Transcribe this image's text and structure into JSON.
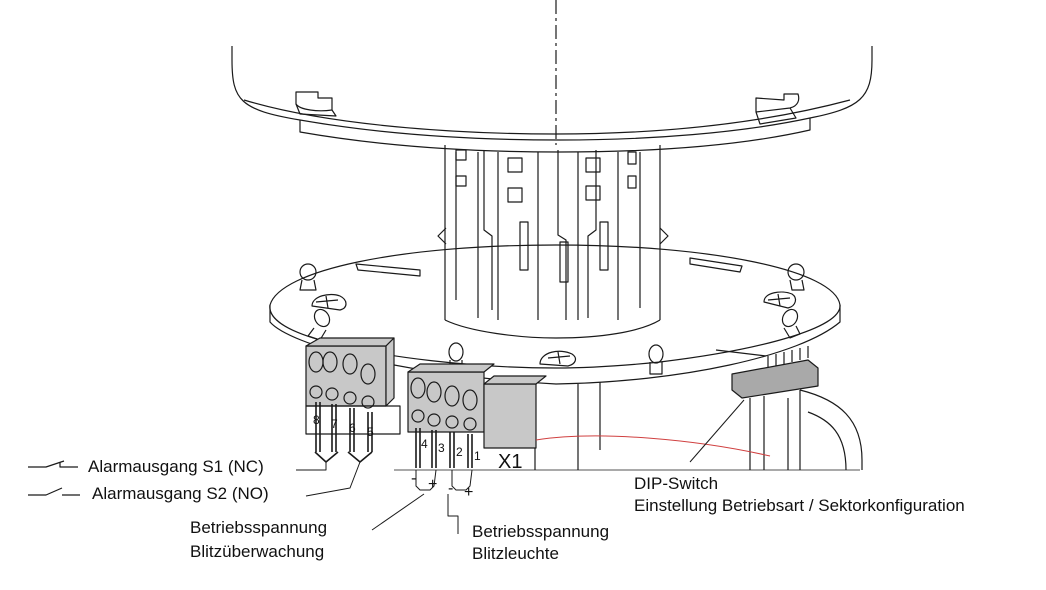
{
  "labels": {
    "alarm_s1": "Alarmausgang S1 (NC)",
    "alarm_s2": "Alarmausgang S2 (NO)",
    "supply_monitor_line1": "Betriebsspannung",
    "supply_monitor_line2": "Blitzüberwachung",
    "supply_lamp_line1": "Betriebsspannung",
    "supply_lamp_line2": "Blitzleuchte",
    "dip_line1": "DIP-Switch",
    "dip_line2": "Einstellung Betriebsart / Sektorkonfiguration",
    "connector": "X1"
  },
  "terminals": {
    "left_block": [
      "8",
      "7",
      "6",
      "5"
    ],
    "right_block": [
      "4",
      "3",
      "2",
      "1"
    ]
  },
  "polarity": {
    "monitor_minus": "-",
    "monitor_plus": "+",
    "lamp_minus": "-",
    "lamp_plus": "+"
  },
  "colors": {
    "line": "#1a1a1a",
    "terminal_fill": "#c8c8c8",
    "dip_fill": "#a9a9a9",
    "wire_red": "#d04040"
  }
}
